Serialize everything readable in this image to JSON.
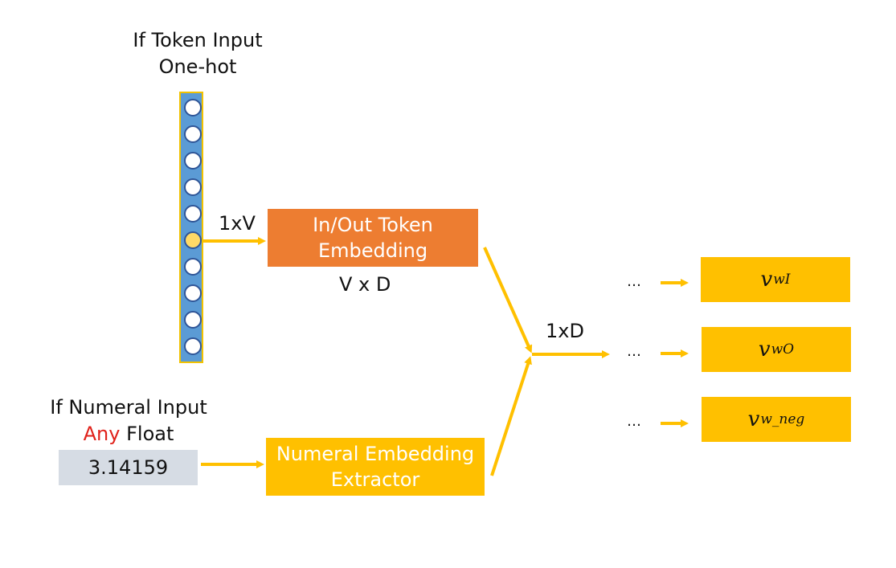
{
  "one_hot": {
    "title_line1": "If Token Input",
    "title_line2": "One-hot",
    "node_count": 10,
    "hot_index": 5,
    "edge_label": "1xV"
  },
  "token_embedding": {
    "line1": "In/Out Token",
    "line2": "Embedding",
    "dims": "V x D"
  },
  "numeral": {
    "title_line1": "If Numeral Input",
    "title_any": "Any",
    "title_float": " Float",
    "value": "3.14159",
    "extractor_line1": "Numeral Embedding",
    "extractor_line2": "Extractor"
  },
  "merge": {
    "label": "1xD"
  },
  "outputs": [
    {
      "dots": "…",
      "base": "v",
      "sub": "wI"
    },
    {
      "dots": "…",
      "base": "v",
      "sub": "wO"
    },
    {
      "dots": "…",
      "base": "v",
      "sub": "w_neg"
    }
  ],
  "colors": {
    "arrow": "#ffc000",
    "token_box": "#ed7d31",
    "numeral_box": "#ffc000",
    "one_hot_bar": "#5b9bd5",
    "hot_node": "#ffd966",
    "float_box": "#d6dce4",
    "highlight_text": "#e0211a"
  }
}
